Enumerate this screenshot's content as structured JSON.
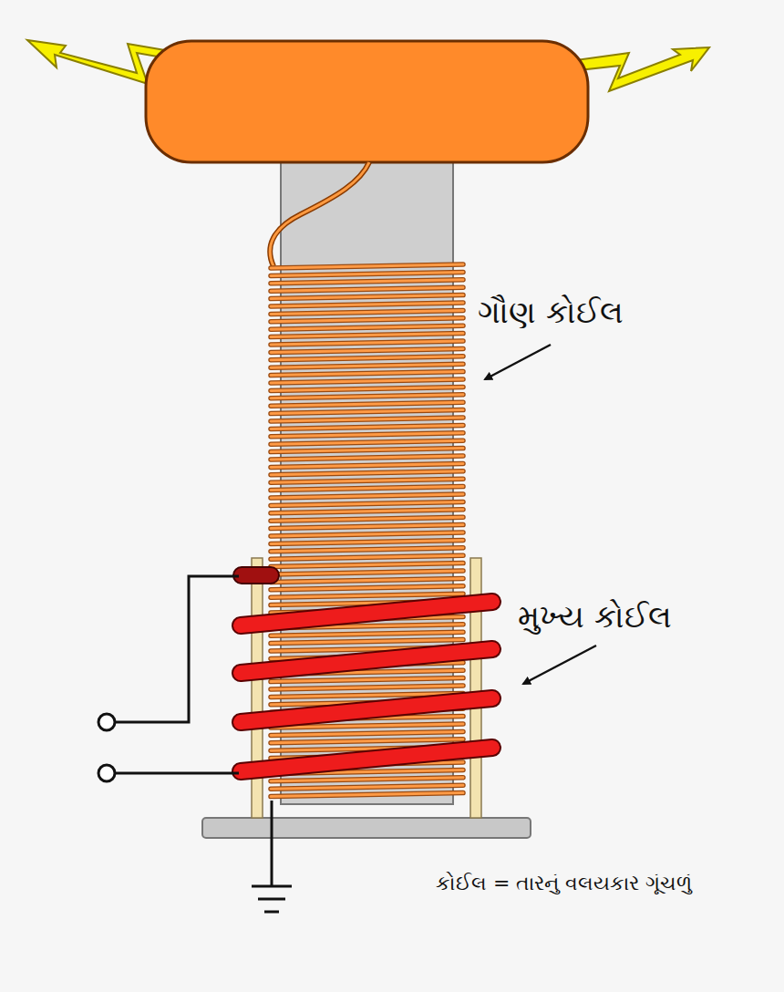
{
  "diagram": {
    "labels": [
      "ગૌણ કોઈલ",
      "મુખ્ય કોઈલ",
      "કોઈલ = તારનું વલયકાર ગૂંચળું"
    ]
  }
}
